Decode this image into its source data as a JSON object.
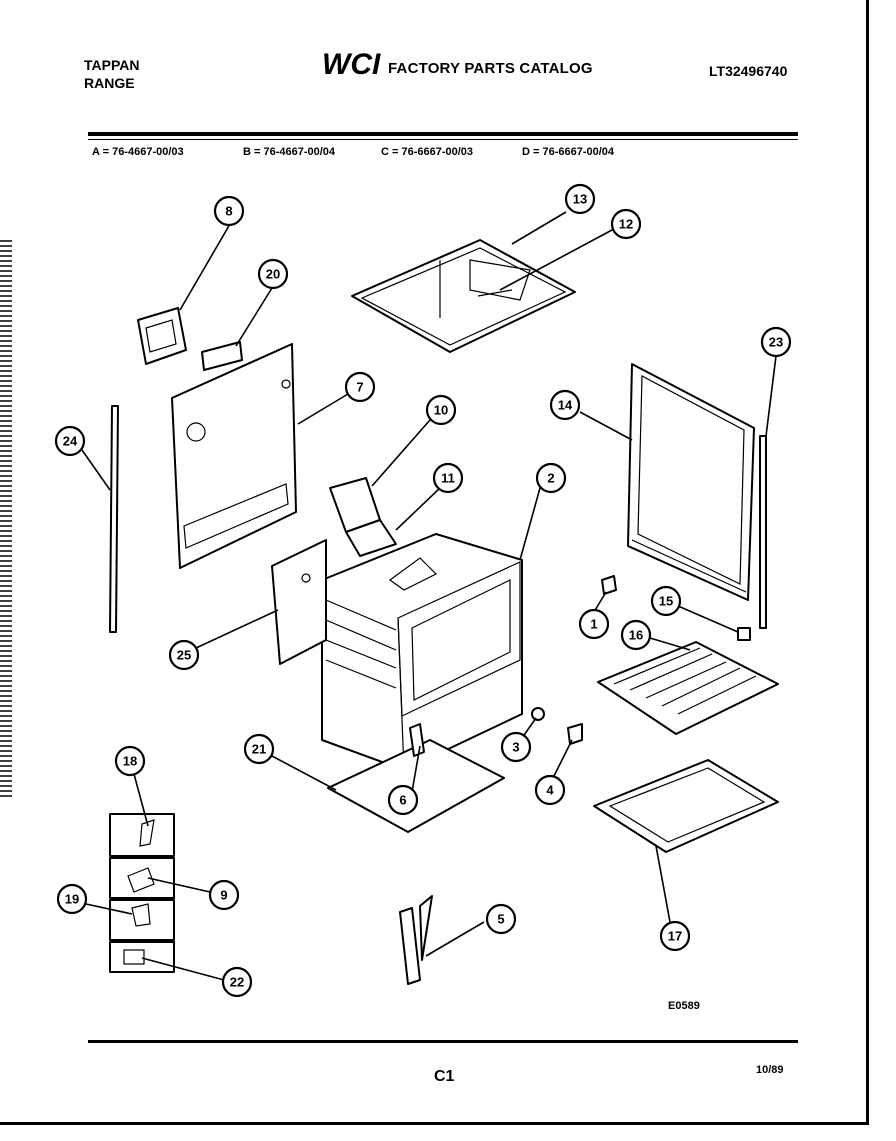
{
  "header": {
    "brand_line1": "TAPPAN",
    "brand_line2": "RANGE",
    "logo_text": "WCI",
    "catalog_title": "FACTORY PARTS CATALOG",
    "catalog_number": "LT32496740"
  },
  "models": {
    "a": "A = 76-4667-00/03",
    "b": "B = 76-4667-00/04",
    "c": "C = 76-6667-00/03",
    "d": "D = 76-6667-00/04"
  },
  "callouts": {
    "c1": "1",
    "c2": "2",
    "c3": "3",
    "c4": "4",
    "c5": "5",
    "c6": "6",
    "c7": "7",
    "c8": "8",
    "c9": "9",
    "c10": "10",
    "c11": "11",
    "c12": "12",
    "c13": "13",
    "c14": "14",
    "c15": "15",
    "c16": "16",
    "c17": "17",
    "c18": "18",
    "c19": "19",
    "c20": "20",
    "c21": "21",
    "c22": "22",
    "c23": "23",
    "c24": "24",
    "c25": "25"
  },
  "footer": {
    "diagram_id": "E0589",
    "page": "C1",
    "date": "10/89"
  }
}
